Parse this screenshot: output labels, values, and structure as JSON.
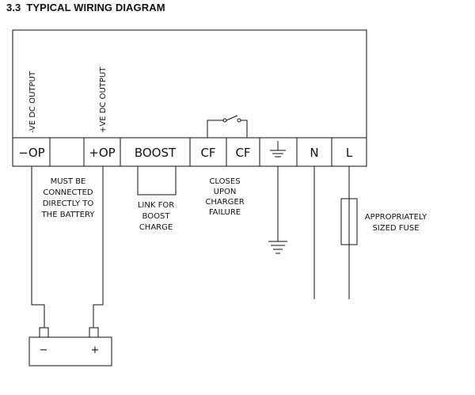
{
  "section": {
    "number": "3.3",
    "title": "TYPICAL WIRING DIAGRAM"
  },
  "vertical_labels": {
    "neg_output": "-VE DC OUTPUT",
    "pos_output": "+VE DC OUTPUT"
  },
  "terminals": {
    "neg_op": "−OP",
    "pos_op": "+OP",
    "boost": "BOOST",
    "cf1": "CF",
    "cf2": "CF",
    "neutral": "N",
    "line": "L"
  },
  "notes": {
    "battery": [
      "MUST BE",
      "CONNECTED",
      "DIRECTLY TO",
      "THE BATTERY"
    ],
    "boost_link": [
      "LINK FOR",
      "BOOST",
      "CHARGE"
    ],
    "charger_fail": [
      "CLOSES",
      "UPON",
      "CHARGER",
      "FAILURE"
    ],
    "fuse": [
      "APPROPRIATELY",
      "SIZED FUSE"
    ]
  },
  "battery": {
    "neg": "−",
    "pos": "+"
  },
  "colors": {
    "line": "#111111",
    "background": "#ffffff"
  }
}
